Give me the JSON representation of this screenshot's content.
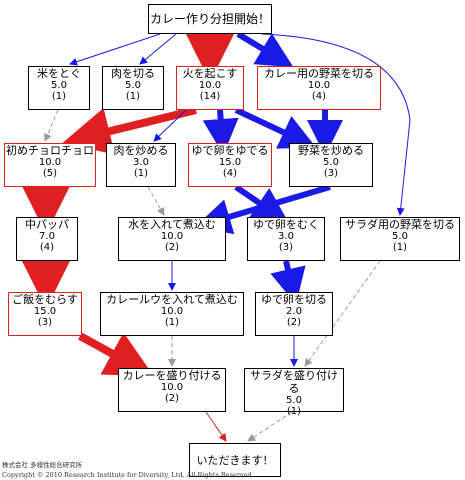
{
  "title": "カレー作り分担開始！",
  "tasks": {
    "rice": {
      "label": "米をとぐ",
      "time": "5.0",
      "count": "(1)"
    },
    "cutmeat": {
      "label": "肉を切る",
      "time": "5.0",
      "count": "(1)"
    },
    "fire": {
      "label": "火を起こす",
      "time": "10.0",
      "count": "(14)"
    },
    "cutveg": {
      "label": "カレー用の野菜を切る",
      "time": "10.0",
      "count": "(4)"
    },
    "chorochoro": {
      "label": "初めチョロチョロ",
      "time": "10.0",
      "count": "(5)"
    },
    "friemeat": {
      "label": "肉を炒める",
      "time": "3.0",
      "count": "(1)"
    },
    "boilegg": {
      "label": "ゆで卵をゆでる",
      "time": "15.0",
      "count": "(4)"
    },
    "frieveg": {
      "label": "野菜を炒める",
      "time": "5.0",
      "count": "(3)"
    },
    "pappa": {
      "label": "中パッパ",
      "time": "7.0",
      "count": "(4)"
    },
    "stew": {
      "label": "水を入れて煮込む",
      "time": "10.0",
      "count": "(2)"
    },
    "peelegg": {
      "label": "ゆで卵をむく",
      "time": "3.0",
      "count": "(3)"
    },
    "saladcut": {
      "label": "サラダ用の野菜を切る",
      "time": "5.0",
      "count": "(1)"
    },
    "steamrice": {
      "label": "ご飯をむらす",
      "time": "15.0",
      "count": "(3)"
    },
    "roux": {
      "label": "カレールウを入れて煮込む",
      "time": "10.0",
      "count": "(1)"
    },
    "cutegg": {
      "label": "ゆで卵を切る",
      "time": "2.0",
      "count": "(2)"
    },
    "servecurry": {
      "label": "カレーを盛り付ける",
      "time": "10.0",
      "count": "(2)"
    },
    "servesalad": {
      "label": "サラダを盛り付ける",
      "time": "5.0",
      "count": "(1)"
    }
  },
  "final": "いただきます！",
  "footer": {
    "company": "株式会社 多様性総合研究所",
    "copyright": "Copyright © 2010 Research Institute for Diversity, Ltd. All Rights Reserved."
  },
  "colors": {
    "critical": "#e02020",
    "heavy": "#1a1ae6",
    "normal": "#1a1ae6",
    "dashed": "#999999",
    "border": "#000000"
  }
}
